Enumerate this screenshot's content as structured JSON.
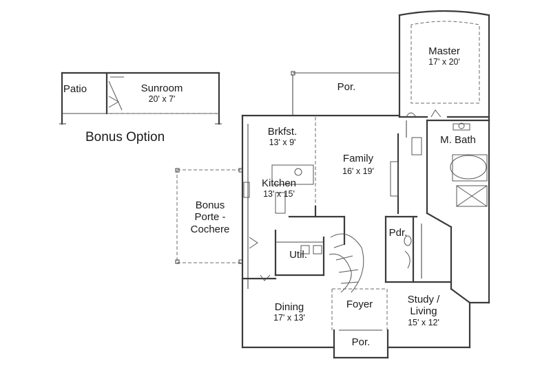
{
  "bonus_option_title": "Bonus Option",
  "rooms": {
    "patio": {
      "name": "Patio"
    },
    "sunroom": {
      "name": "Sunroom",
      "size": "20' x 7'"
    },
    "porch_top": {
      "name": "Por."
    },
    "master": {
      "name": "Master",
      "size": "17' x 20'"
    },
    "brkfst": {
      "name": "Brkfst.",
      "size": "13' x 9'"
    },
    "family": {
      "name": "Family",
      "size": "16' x 19'"
    },
    "m_bath": {
      "name": "M. Bath"
    },
    "kitchen": {
      "name": "Kitchen",
      "size": "13' x 15'"
    },
    "bonus_porte": {
      "line1": "Bonus",
      "line2": "Porte -",
      "line3": "Cochere"
    },
    "pdr": {
      "name": "Pdr."
    },
    "util": {
      "name": "Util."
    },
    "dining": {
      "name": "Dining",
      "size": "17' x 13'"
    },
    "foyer": {
      "name": "Foyer"
    },
    "study": {
      "line1": "Study /",
      "line2": "Living",
      "size": "15' x 12'"
    },
    "porch_front": {
      "name": "Por."
    }
  }
}
